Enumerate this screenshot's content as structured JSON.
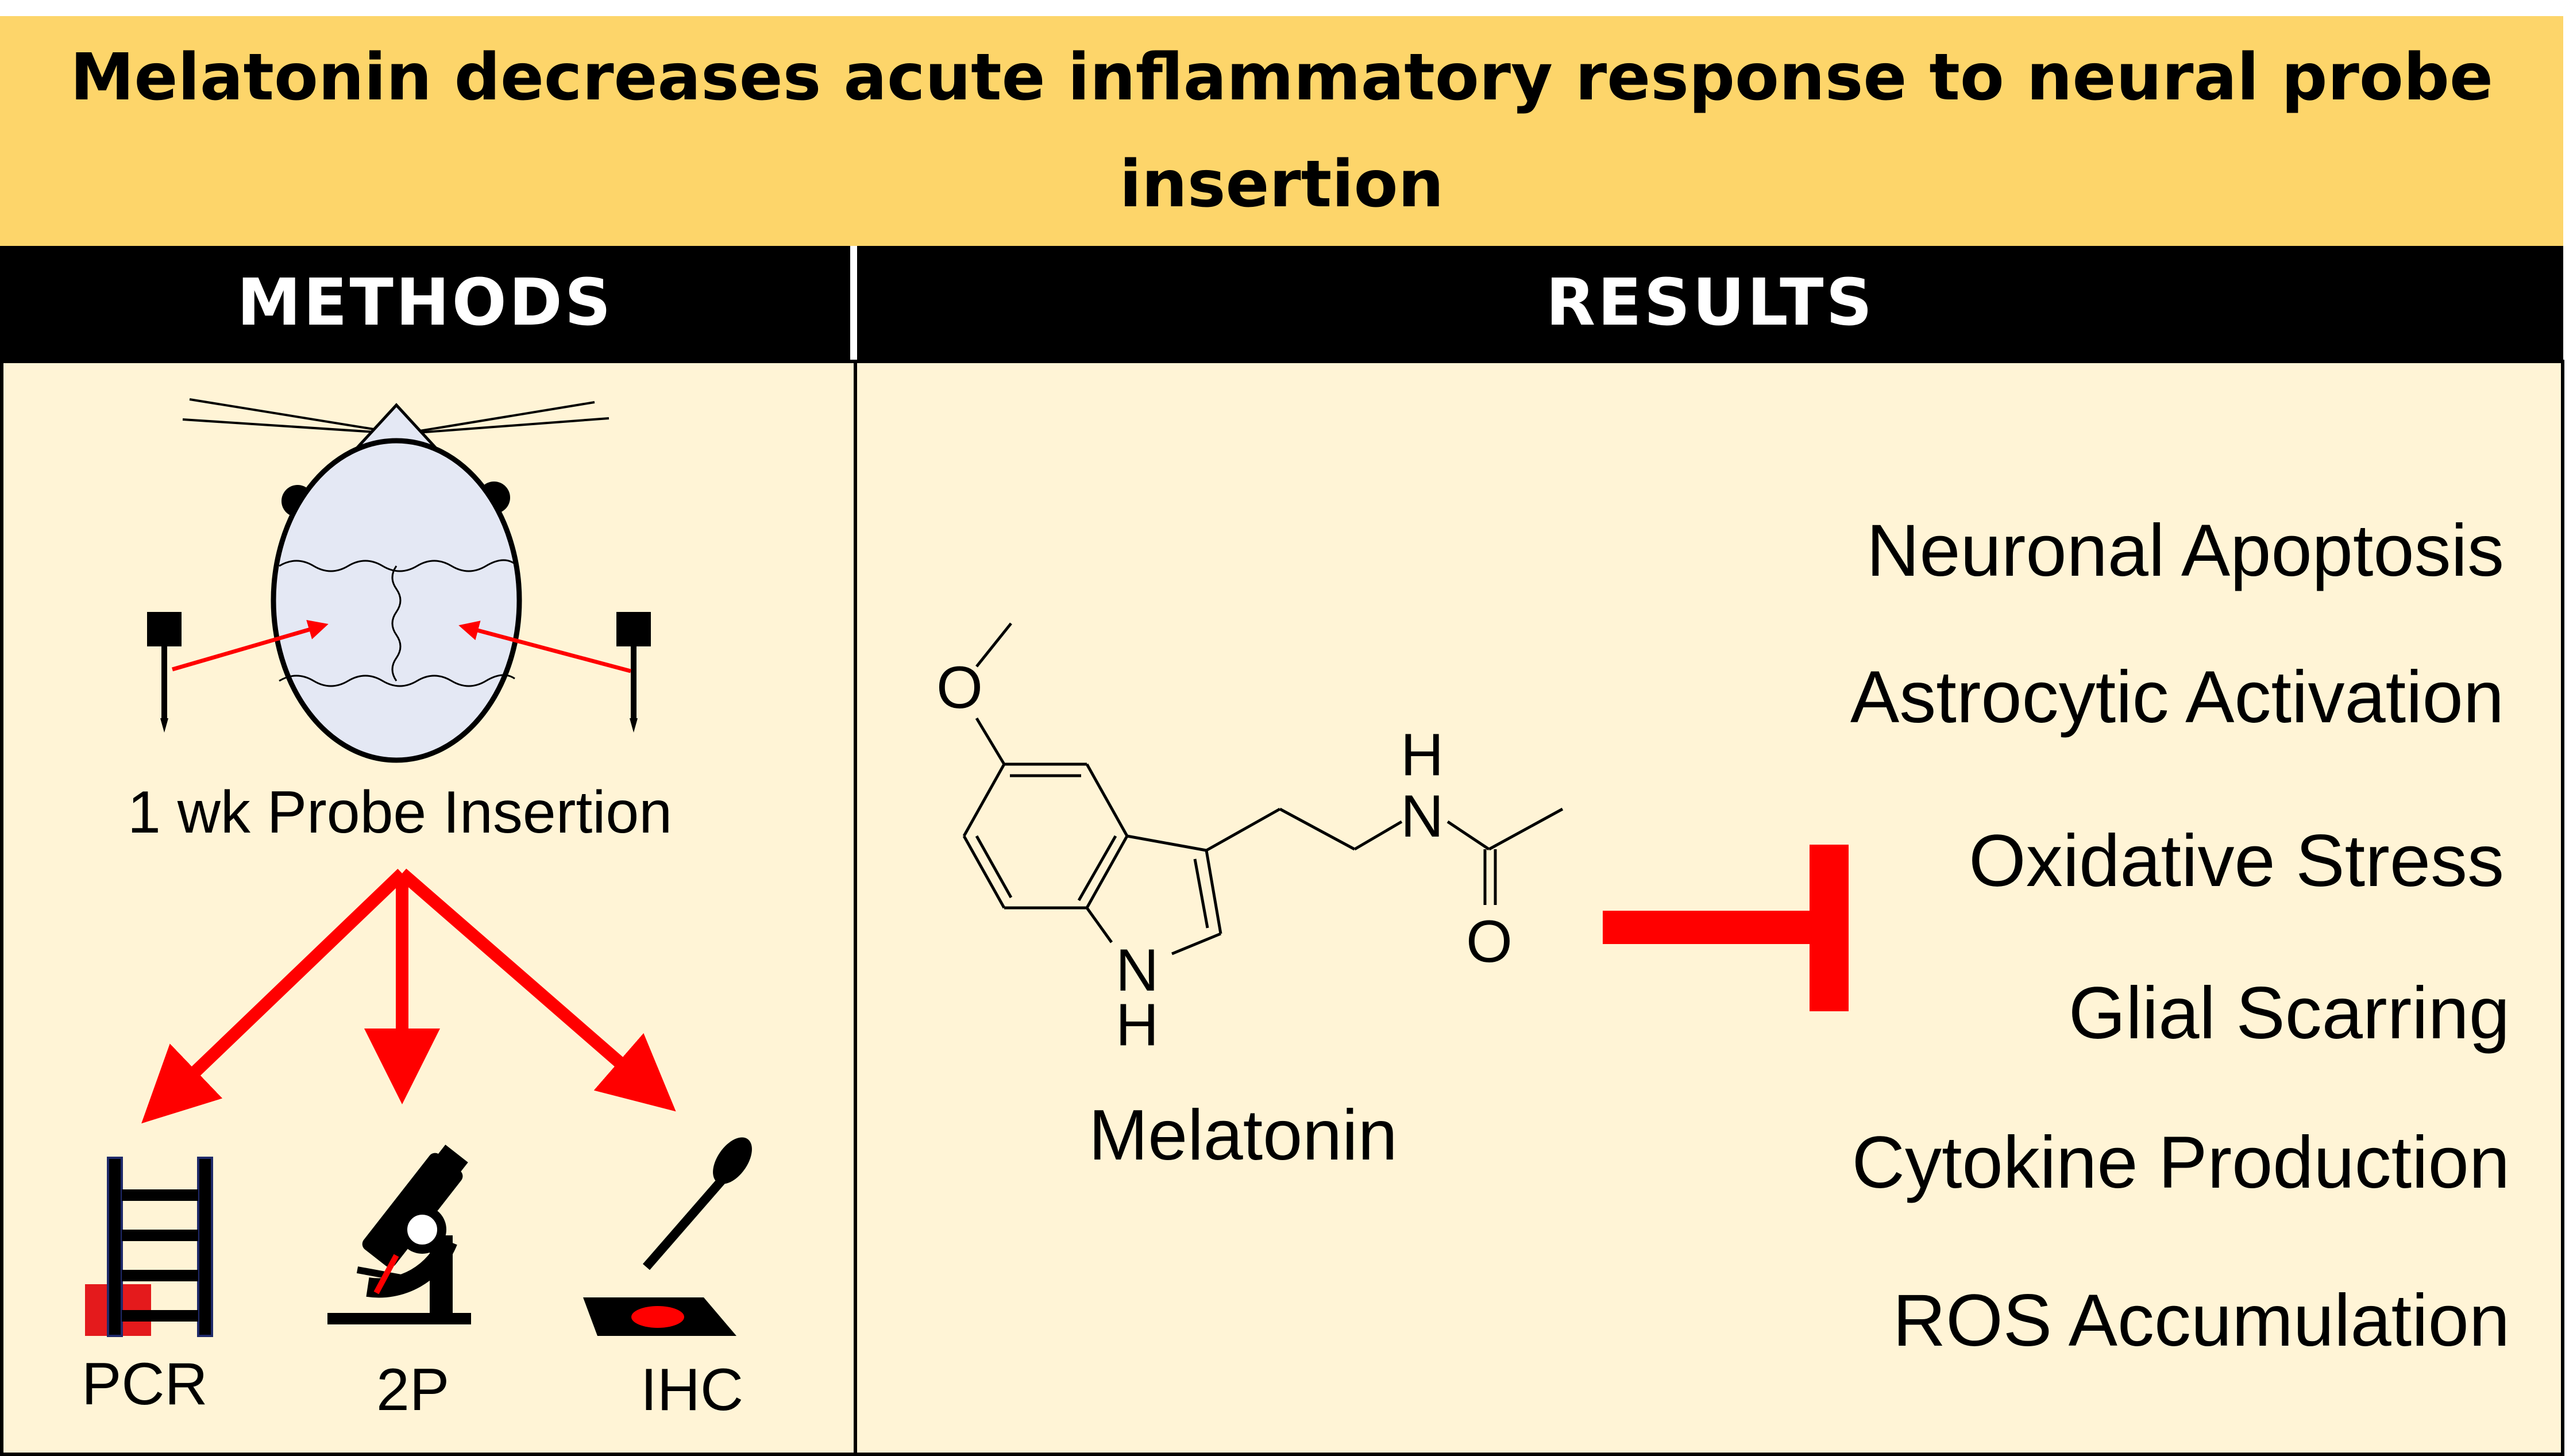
{
  "title": "Melatonin decreases acute inflammatory response to neural probe insertion",
  "headers": {
    "methods": "METHODS",
    "results": "RESULTS"
  },
  "methods": {
    "procedure_label": "1 wk Probe Insertion",
    "techniques": [
      {
        "label": "PCR",
        "icon": "pcr-ladder-icon"
      },
      {
        "label": "2P",
        "icon": "microscope-icon"
      },
      {
        "label": "IHC",
        "icon": "stain-slide-icon"
      }
    ]
  },
  "results": {
    "compound_label": "Melatonin",
    "atom_labels": {
      "oxygen_methoxy": "O",
      "nitrogen_indole": "N",
      "hydrogen_indole": "H",
      "nitrogen_amide": "N",
      "hydrogen_amide": "H",
      "oxygen_carbonyl": "O"
    },
    "inhibits": [
      "Neuronal Apoptosis",
      "Astrocytic Activation",
      "Oxidative Stress",
      "Glial Scarring",
      "Cytokine Production",
      "ROS Accumulation"
    ]
  },
  "colors": {
    "title_bg": "#fdd56a",
    "panel_bg": "#fff4d6",
    "arrow": "#ff0000",
    "skull": "#e4e8f4",
    "header_bg": "#000000"
  }
}
